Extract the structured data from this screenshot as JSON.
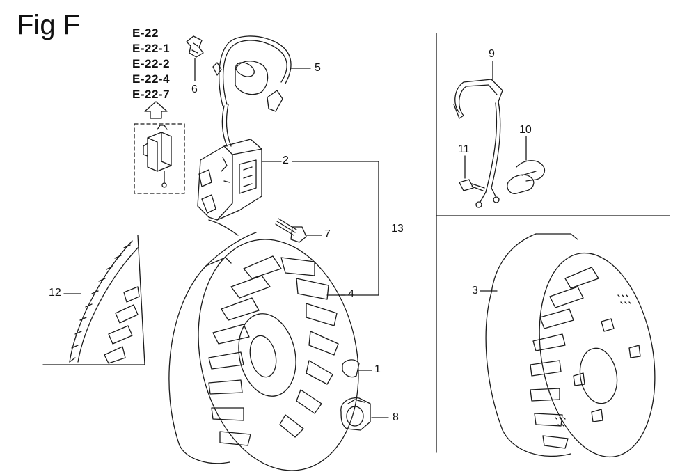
{
  "figure": {
    "title": "Fig F"
  },
  "models": [
    "E-22",
    "E-22-1",
    "E-22-2",
    "E-22-4",
    "E-22-7"
  ],
  "callouts": [
    {
      "id": "c1",
      "label": "1"
    },
    {
      "id": "c2",
      "label": "2"
    },
    {
      "id": "c3",
      "label": "3"
    },
    {
      "id": "c4",
      "label": "4"
    },
    {
      "id": "c5",
      "label": "5"
    },
    {
      "id": "c6",
      "label": "6"
    },
    {
      "id": "c7",
      "label": "7"
    },
    {
      "id": "c8",
      "label": "8"
    },
    {
      "id": "c9",
      "label": "9"
    },
    {
      "id": "c10",
      "label": "10"
    },
    {
      "id": "c11",
      "label": "11"
    },
    {
      "id": "c12",
      "label": "12"
    },
    {
      "id": "c13",
      "label": "13"
    }
  ],
  "colors": {
    "line": "#1a1a1a",
    "background": "#ffffff"
  }
}
